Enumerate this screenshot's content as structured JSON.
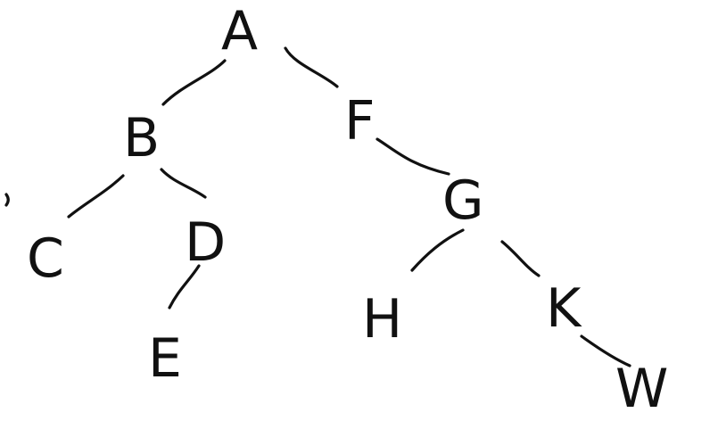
{
  "tree": {
    "nodes": [
      {
        "id": "A",
        "label": "A"
      },
      {
        "id": "B",
        "label": "B"
      },
      {
        "id": "F",
        "label": "F"
      },
      {
        "id": "C",
        "label": "C"
      },
      {
        "id": "D",
        "label": "D"
      },
      {
        "id": "E",
        "label": "E"
      },
      {
        "id": "G",
        "label": "G"
      },
      {
        "id": "H",
        "label": "H"
      },
      {
        "id": "K",
        "label": "K"
      },
      {
        "id": "W",
        "label": "W"
      }
    ],
    "edges": [
      {
        "from": "A",
        "to": "B"
      },
      {
        "from": "A",
        "to": "F"
      },
      {
        "from": "B",
        "to": "C"
      },
      {
        "from": "B",
        "to": "D"
      },
      {
        "from": "D",
        "to": "E"
      },
      {
        "from": "F",
        "to": "G"
      },
      {
        "from": "G",
        "to": "H"
      },
      {
        "from": "G",
        "to": "K"
      },
      {
        "from": "K",
        "to": "W"
      }
    ]
  }
}
